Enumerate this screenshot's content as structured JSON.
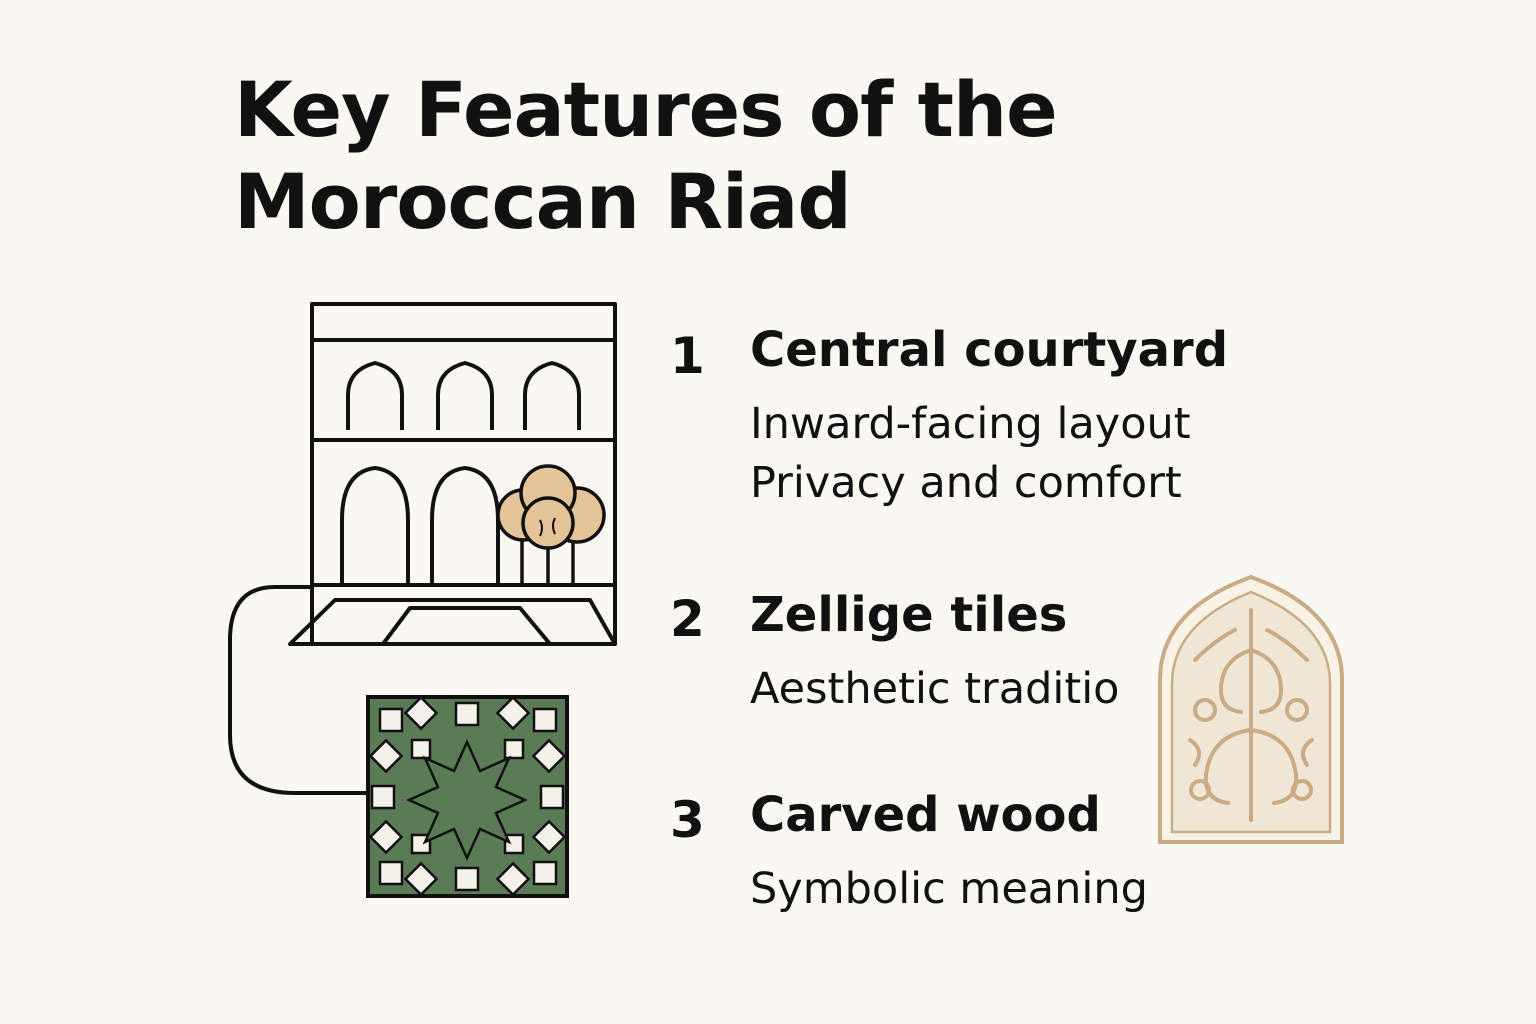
{
  "title": {
    "line1": "Key Features of the",
    "line2": "Moroccan Riad"
  },
  "features": [
    {
      "number": "1",
      "title": "Central courtyard",
      "lines": [
        "Inward-facing layout",
        "Privacy and comfort"
      ]
    },
    {
      "number": "2",
      "title": "Zellige tiles",
      "lines": [
        "Aesthetic traditio"
      ]
    },
    {
      "number": "3",
      "title": "Carved wood",
      "lines": [
        "Symbolic meaning"
      ]
    }
  ],
  "icons": {
    "building": "riad-building-icon",
    "tree": "courtyard-tree-icon",
    "tile": "zellige-tile-icon",
    "panel": "carved-wood-panel-icon"
  },
  "colors": {
    "background": "#f9f8f2",
    "ink": "#111111",
    "tree": "#e6c49a",
    "tile_green": "#5b7a56",
    "wood": "#efe6d5",
    "wood_frame": "#c9ac86"
  }
}
